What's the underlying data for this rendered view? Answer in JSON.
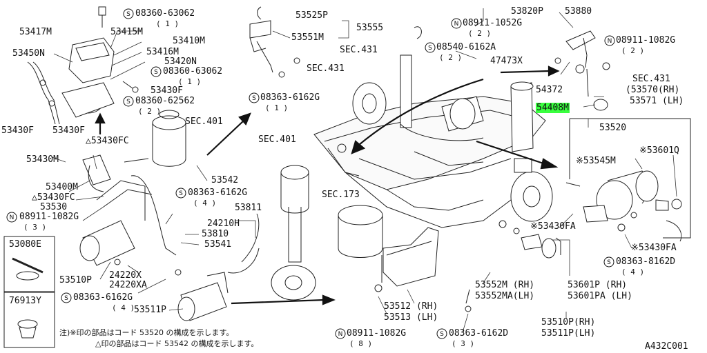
{
  "labels": {
    "p53417M": "53417M",
    "p53415M": "53415M",
    "p53410M": "53410M",
    "p53416M": "53416M",
    "p53420N": "53420N",
    "p53450N": "53450N",
    "s08360_63062_a": "08360-63062",
    "q1_a": "( 1 )",
    "s08360_63062_b": "08360-63062",
    "q1_b": "( 1 )",
    "p53430F_a": "53430F",
    "s08360_62562": "08360-62562",
    "q2_a": "( 2 )",
    "p53430F_b": "53430F",
    "p53430F_c": "53430F",
    "sec401_a": "SEC.401",
    "p53430FC_a": "△53430FC",
    "p53430M": "53430M",
    "p53400M": "53400M",
    "p53430FC_b": "△53430FC",
    "p53530": "53530",
    "n08911_1082G_a": "08911-1082G",
    "q3_a": "( 3 )",
    "p53080E": "53080E",
    "p76913Y": "76913Y",
    "p53510P": "53510P",
    "p24220X": "24220X",
    "p24220XA": "24220XA",
    "s08363_6162G_a": "08363-6162G",
    "q4_a": "( 4 )",
    "p53511P": "53511P",
    "p53525P": "53525P",
    "p53551M": "53551M",
    "p53555": "53555",
    "sec431_a": "SEC.431",
    "sec431_b": "SEC.431",
    "s08540_6162A": "08540-6162A",
    "q2_b": "( 2 )",
    "s08363_6162G_b": "08363-6162G",
    "q1_c": "( 1 )",
    "p53542": "53542",
    "s08363_6162G_c": "08363-6162G",
    "q4_b": "( 4 )",
    "p24210H": "24210H",
    "p53810": "53810",
    "p53541": "53541",
    "sec401_b": "SEC.401",
    "p53811": "53811",
    "sec173": "SEC.173",
    "p53820P": "53820P",
    "p53880": "53880",
    "n08911_1052G": "08911-1052G",
    "q2_c": "( 2 )",
    "n08911_1082G_b": "08911-1082G",
    "q2_d": "( 2 )",
    "p47473X": "47473X",
    "sec431_c": "SEC.431",
    "p53570": "(53570(RH)",
    "p53571": "53571 (LH)",
    "p54372": "54372",
    "p54408M": "54408M",
    "p53520": "53520",
    "p53545M": "※53545M",
    "p53601Q": "※53601Q",
    "p53430FA_a": "※53430FA",
    "p53430FA_b": "※53430FA",
    "s08363_8162D": "08363-8162D",
    "q4_c": "( 4 )",
    "p53552M": "53552M (RH)",
    "p53552MA": "53552MA(LH)",
    "p53601P": "53601P  (RH)",
    "p53601PA": "53601PA (LH)",
    "p53512": "53512 (RH)",
    "p53513": "53513 (LH)",
    "p53510P_rh": "53510P(RH)",
    "p53511P_lh": "53511P(LH)",
    "n08911_1082G_c": "08911-1082G",
    "q8": "( 8 )",
    "s08363_6162D": "08363-6162D",
    "q3_b": "( 3 )",
    "code": "A432C001"
  },
  "notes": {
    "line1": "注)※印の部品はコード 53520 の構成を示します。",
    "line2": "△印の部品はコード 53542 の構成を示します。"
  },
  "highlight_part": "54408M"
}
